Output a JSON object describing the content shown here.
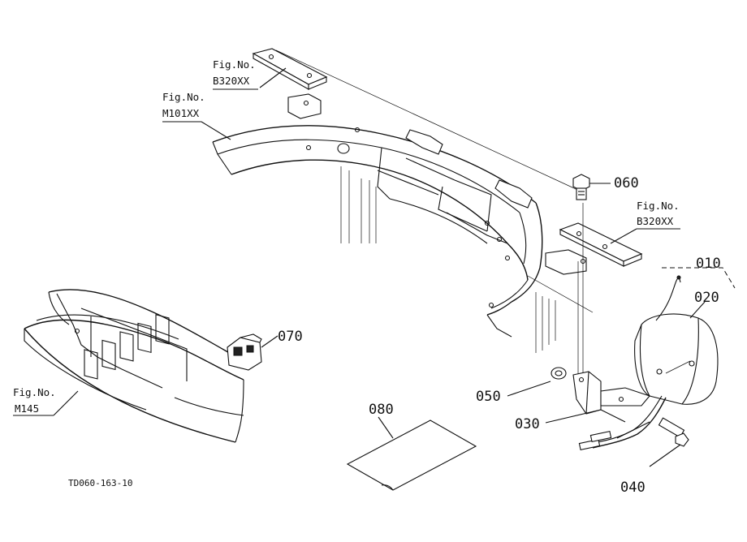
{
  "parts": {
    "p010": "010",
    "p020": "020",
    "p030": "030",
    "p040": "040",
    "p050": "050",
    "p060": "060",
    "p070": "070",
    "p080": "080"
  },
  "figure_refs": {
    "top_left": {
      "prefix": "Fig.No.",
      "code": "B320XX"
    },
    "frame": {
      "prefix": "Fig.No.",
      "code": "M101XX"
    },
    "right": {
      "prefix": "Fig.No.",
      "code": "B320XX"
    },
    "grille": {
      "prefix": "Fig.No.",
      "code": "M145"
    }
  },
  "drawing_code": "TD060-163-10"
}
